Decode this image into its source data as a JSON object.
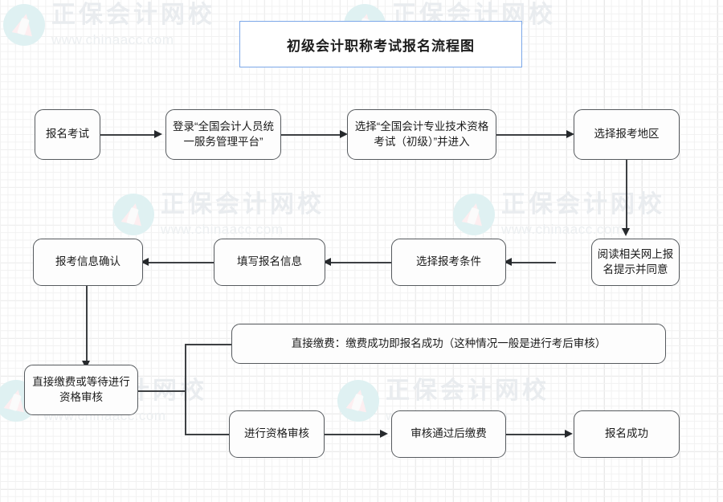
{
  "title": {
    "text": "初级会计职称考试报名流程图",
    "border_color": "#7ba7e8"
  },
  "watermark": {
    "brand_cn": "正保会计网校",
    "url": "www.chinaacc.com",
    "logo_name": "chinaacc-logo-icon",
    "color": "#e9ecef"
  },
  "canvas": {
    "grid_minor_color": "#f2f2f2",
    "grid_major_color": "#e6e6e6",
    "node_border_color": "#565a5e",
    "node_fill_color": "#fdfdfd",
    "connector_color": "#3d4043"
  },
  "nodes": [
    {
      "id": "n1",
      "label": "报名考试"
    },
    {
      "id": "n2",
      "label": "登录“全国会计人员统一服务管理平台”"
    },
    {
      "id": "n3",
      "label": "选择“全国会计专业技术资格考试（初级）”并进入"
    },
    {
      "id": "n4",
      "label": "选择报考地区"
    },
    {
      "id": "n5",
      "label": "阅读相关网上报名提示并同意"
    },
    {
      "id": "n6",
      "label": "选择报考条件"
    },
    {
      "id": "n7",
      "label": "填写报名信息"
    },
    {
      "id": "n8",
      "label": "报考信息确认"
    },
    {
      "id": "n9",
      "label": "直接缴费或等待进行资格审核"
    },
    {
      "id": "n10",
      "label": "直接缴费：缴费成功即报名成功（这种情况一般是进行考后审核）"
    },
    {
      "id": "n11",
      "label": "进行资格审核"
    },
    {
      "id": "n12",
      "label": "审核通过后缴费"
    },
    {
      "id": "n13",
      "label": "报名成功"
    }
  ]
}
